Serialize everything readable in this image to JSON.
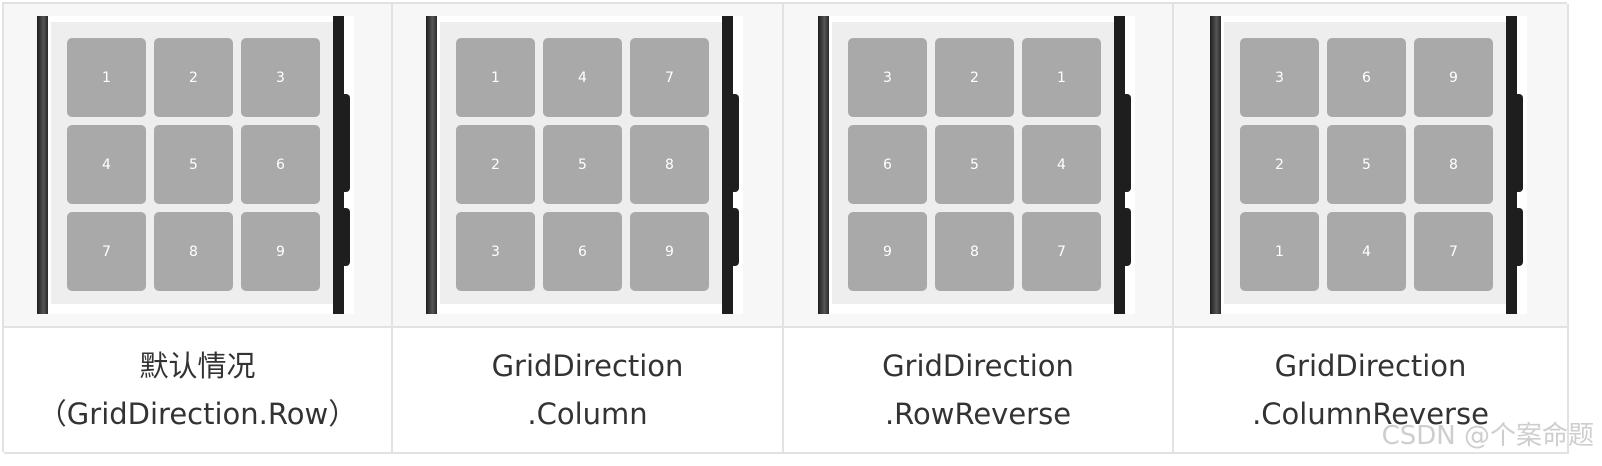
{
  "examples": [
    {
      "caption": [
        "默认情况",
        "（GridDirection.Row）"
      ],
      "tiles": [
        "1",
        "2",
        "3",
        "4",
        "5",
        "6",
        "7",
        "8",
        "9"
      ]
    },
    {
      "caption": [
        "GridDirection",
        ".Column"
      ],
      "tiles": [
        "1",
        "4",
        "7",
        "2",
        "5",
        "8",
        "3",
        "6",
        "9"
      ]
    },
    {
      "caption": [
        "GridDirection",
        ".RowReverse"
      ],
      "tiles": [
        "3",
        "2",
        "1",
        "6",
        "5",
        "4",
        "9",
        "8",
        "7"
      ]
    },
    {
      "caption": [
        "GridDirection",
        ".ColumnReverse"
      ],
      "tiles": [
        "3",
        "6",
        "9",
        "2",
        "5",
        "8",
        "1",
        "4",
        "7"
      ]
    }
  ],
  "watermark": "CSDN @个案命题",
  "colors": {
    "tile": "#a9a9a9",
    "screen": "#eeeeee",
    "phone_frame": "#1e1e1e",
    "cell_border": "#e2e2e2"
  }
}
